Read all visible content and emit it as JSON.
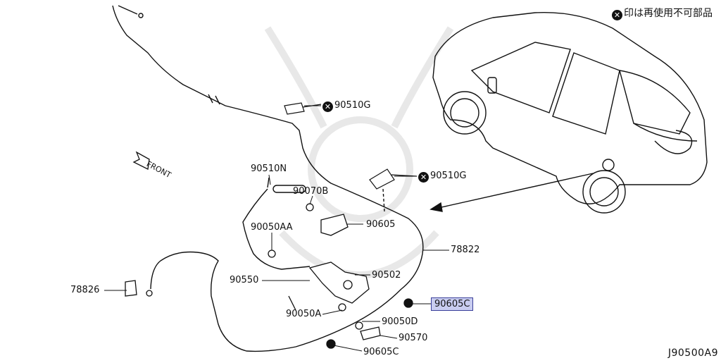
{
  "legend": {
    "symbol": "✕",
    "text": "印は再使用不可部品"
  },
  "diagram_code": "J90500A9",
  "front_label": "FRONT",
  "parts": {
    "p90510G_top": "90510G",
    "p90510G_mid": "90510G",
    "p90510N": "90510N",
    "p90070B": "90070B",
    "p90605": "90605",
    "p90050AA": "90050AA",
    "p78822": "78822",
    "p90502": "90502",
    "p90550": "90550",
    "p78826": "78826",
    "p90605C_hl": "90605C",
    "p90050A": "90050A",
    "p90050D": "90050D",
    "p90570": "90570",
    "p90605C_bot": "90605C"
  },
  "colors": {
    "line": "#111111",
    "highlight_fill": "#c9cdf0",
    "highlight_border": "#3a3f9a",
    "watermark": "#e6e6e6"
  }
}
